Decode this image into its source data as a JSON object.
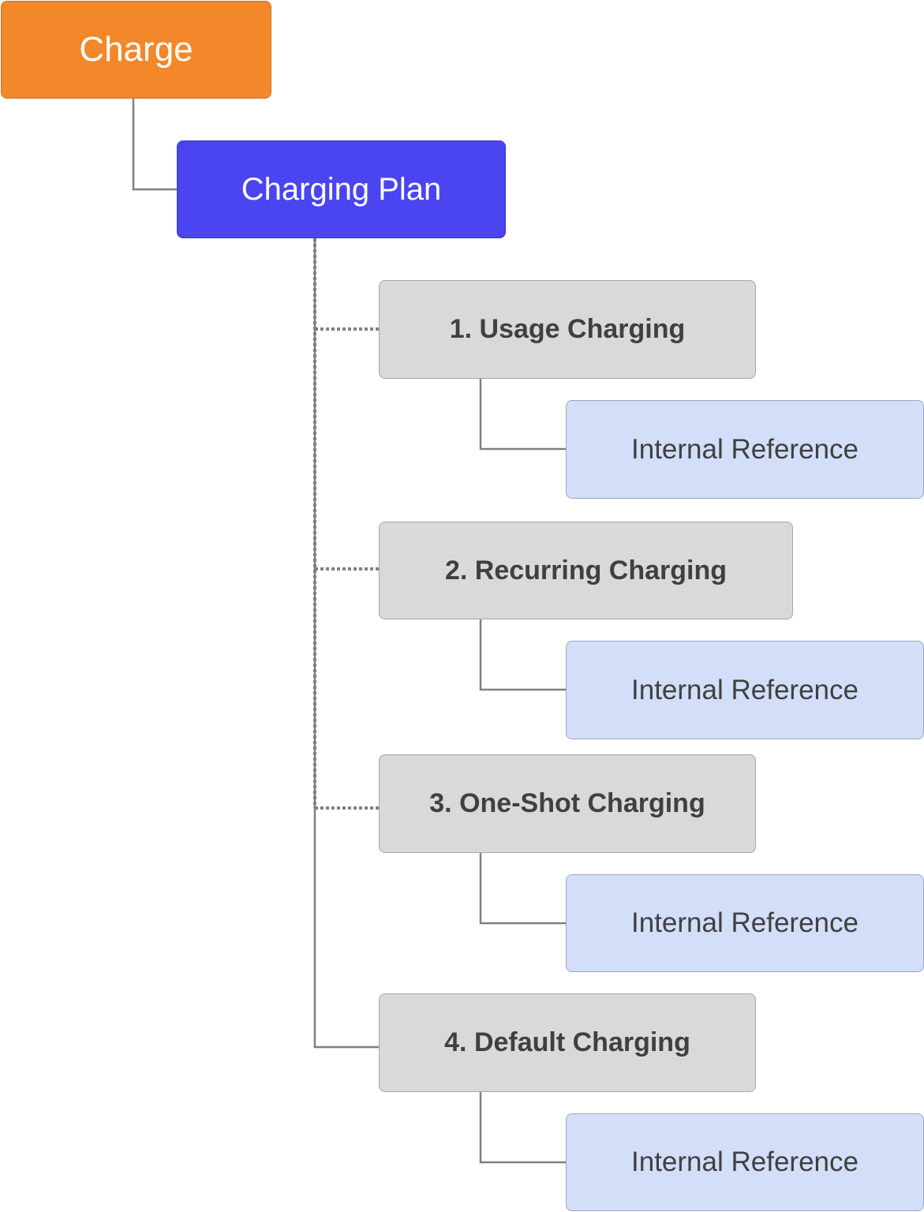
{
  "diagram": {
    "root": {
      "label": "Charge",
      "color": "#f2882a"
    },
    "plan": {
      "label": "Charging Plan",
      "color": "#4a45f1"
    },
    "types": [
      {
        "label": "1. Usage Charging",
        "link": "dotted",
        "reference": "Internal Reference"
      },
      {
        "label": "2. Recurring Charging",
        "link": "dotted",
        "reference": "Internal Reference"
      },
      {
        "label": "3. One-Shot Charging",
        "link": "dotted",
        "reference": "Internal Reference"
      },
      {
        "label": "4. Default Charging",
        "link": "solid",
        "reference": "Internal Reference"
      }
    ],
    "colors": {
      "type_fill": "#d9d9d9",
      "reference_fill": "#d3def9",
      "connector": "#808080"
    }
  }
}
